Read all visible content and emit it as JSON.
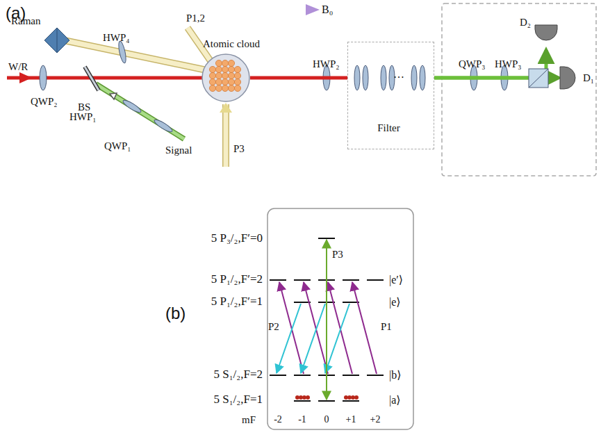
{
  "diagram": {
    "nodes": [
      {
        "text": [
          "Atomic cloud"
        ]
      },
      {
        "text": [
          "Filter"
        ]
      },
      {
        "text": [
          "D₂"
        ]
      },
      {
        "text": [
          "D₁"
        ]
      }
    ],
    "edges": [
      {
        "from": 0,
        "to": 1,
        "arrow": "none"
      },
      {
        "from": 1,
        "to": 3,
        "arrow": "to"
      },
      {
        "from": 1,
        "to": 2,
        "arrow": "to"
      }
    ],
    "labels": [
      "(a)",
      "B₀",
      "Raman",
      "HWP₄",
      "P1,2",
      "W/R",
      "QWP₂",
      "BS",
      "HWP₁",
      "QWP₁",
      "Signal",
      "P3",
      "HWP₂",
      "…",
      "QWP₃",
      "HWP₃",
      "(b)",
      "5 P₃/₂,F′=0",
      "5 P₁/₂,F′=2",
      "5 P₁/₂,F′=1",
      "5 S₁/₂,F=2",
      "5 S₁/₂,F=1",
      "mF",
      "-2",
      "-1",
      "0",
      "+1",
      "+2",
      "|e′⟩",
      "|e⟩",
      "|b⟩",
      "|a⟩",
      "P3",
      "P2",
      "P1"
    ]
  }
}
